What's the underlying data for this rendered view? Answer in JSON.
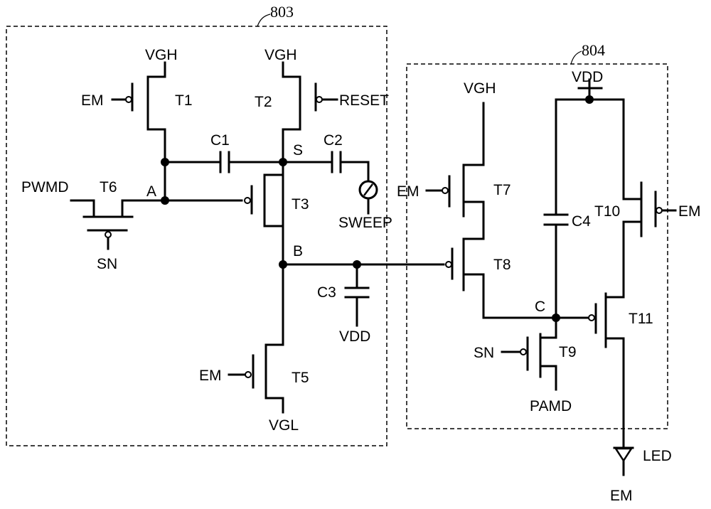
{
  "blocks": {
    "b803": "803",
    "b804": "804"
  },
  "labels": {
    "vgh_t1": "VGH",
    "vgh_t2": "VGH",
    "vgh_t7": "VGH",
    "vdd_top": "VDD",
    "vdd_c3": "VDD",
    "vgl": "VGL",
    "em_t1": "EM",
    "em_t5": "EM",
    "em_t7": "EM",
    "em_t10": "EM",
    "em_led": "EM",
    "reset": "RESET",
    "pwmd": "PWMD",
    "sn_t6": "SN",
    "sn_t9": "SN",
    "sweep": "SWEEP",
    "pamd": "PAMD",
    "led": "LED",
    "t1": "T1",
    "t2": "T2",
    "t3": "T3",
    "t5": "T5",
    "t6": "T6",
    "t7": "T7",
    "t8": "T8",
    "t9": "T9",
    "t10": "T10",
    "t11": "T11",
    "c1": "C1",
    "c2": "C2",
    "c3": "C3",
    "c4": "C4",
    "node_a": "A",
    "node_b": "B",
    "node_c": "C",
    "node_s": "S"
  }
}
